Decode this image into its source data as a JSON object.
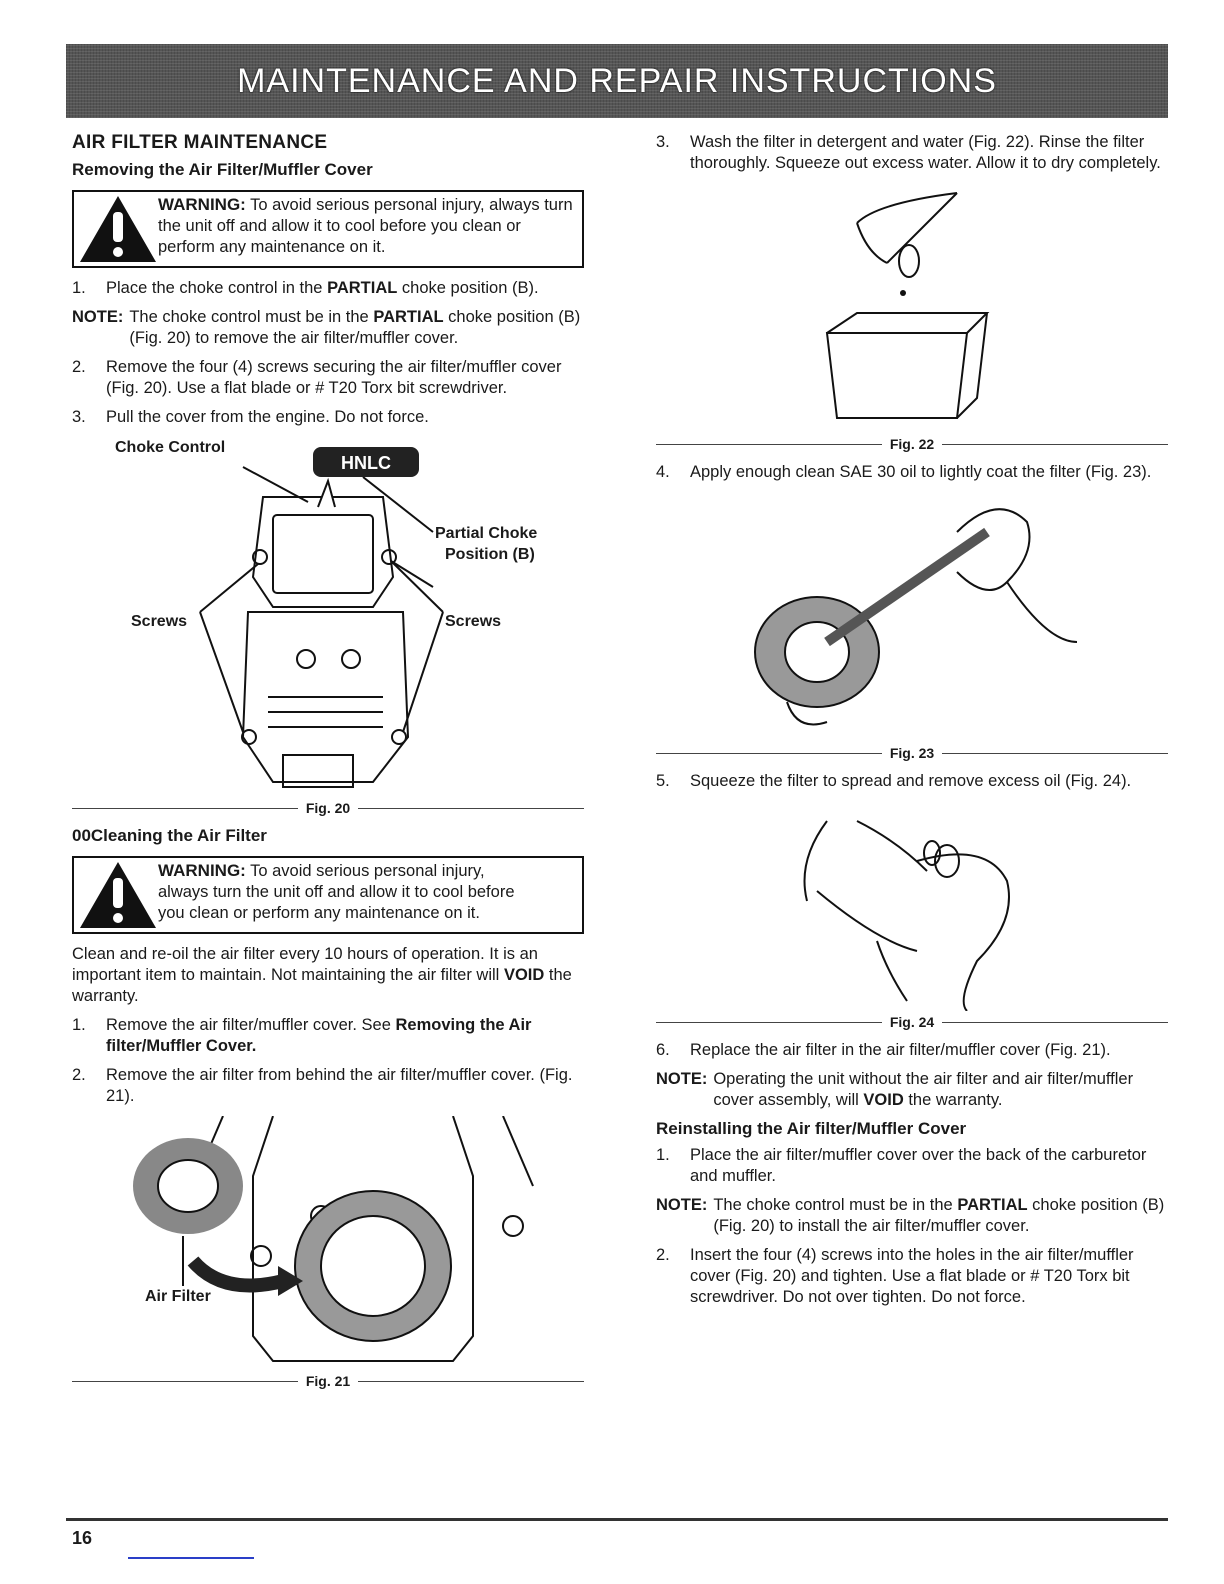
{
  "banner": "MAINTENANCE AND REPAIR INSTRUCTIONS",
  "left": {
    "heading": "AIR FILTER MAINTENANCE",
    "sub1": "Removing the Air Filter/Muffler Cover",
    "warn1": {
      "label": "WARNING:",
      "text": " To avoid serious personal injury, always turn the unit off and allow it to cool before you clean or perform any maintenance on it."
    },
    "step1_n": "1.",
    "step1_a": "Place the choke control in the ",
    "step1_b": "PARTIAL",
    "step1_c": " choke position (B).",
    "note1_label": "NOTE:",
    "note1_a": "The choke control must be in the ",
    "note1_b": "PARTIAL",
    "note1_c": " choke position (B) (Fig. 20) to remove the air filter/muffler cover.",
    "step2_n": "2.",
    "step2": "Remove the four (4) screws securing the air filter/muffler cover (Fig. 20). Use a flat blade or # T20 Torx bit screwdriver.",
    "step3_n": "3.",
    "step3": "Pull the cover from the engine. Do not force.",
    "fig20": {
      "choke": "Choke Control",
      "partial1": "Partial Choke",
      "partial2": "Position (B)",
      "screws_l": "Screws",
      "screws_r": "Screws",
      "caption": "Fig. 20",
      "hnlc": "HNLC"
    },
    "sub2": "00Cleaning the Air Filter",
    "warn2": {
      "label": "WARNING:",
      "text": " To avoid serious personal injury, always turn the unit off and allow it to cool before you clean or perform any maintenance on it."
    },
    "para_a": "Clean and re-oil the air filter every 10 hours of operation. It is an important item to maintain. Not maintaining the air filter will ",
    "para_b": "VOID",
    "para_c": " the warranty.",
    "c1_n": "1.",
    "c1_a": "Remove the air filter/muffler cover. See ",
    "c1_b": "Removing the Air filter/Muffler Cover.",
    "c2_n": "2.",
    "c2": "Remove the air filter from behind the air filter/muffler cover. (Fig. 21).",
    "fig21": {
      "air": "Air Filter",
      "caption": "Fig. 21"
    }
  },
  "right": {
    "s3_n": "3.",
    "s3": "Wash the filter in detergent and water (Fig. 22). Rinse the filter thoroughly. Squeeze out excess water. Allow it to dry completely.",
    "fig22": "Fig. 22",
    "s4_n": "4.",
    "s4": "Apply enough clean SAE 30 oil to lightly coat the filter (Fig. 23).",
    "fig23": "Fig. 23",
    "s5_n": "5.",
    "s5": "Squeeze the filter to spread and remove excess oil (Fig. 24).",
    "fig24": "Fig. 24",
    "s6_n": "6.",
    "s6": "Replace the air filter in the air filter/muffler cover (Fig. 21).",
    "note2_label": "NOTE:",
    "note2_a": "Operating the unit without the air filter and air filter/muffler cover assembly, will ",
    "note2_b": "VOID",
    "note2_c": " the warranty.",
    "sub3": "Reinstalling the Air filter/Muffler Cover",
    "r1_n": "1.",
    "r1": "Place the air filter/muffler cover over the back of the carburetor and muffler.",
    "note3_label": "NOTE:",
    "note3_a": "The choke control must be in the ",
    "note3_b": "PARTIAL",
    "note3_c": " choke position (B) (Fig. 20) to install the air filter/muffler cover.",
    "r2_n": "2.",
    "r2": "Insert the four (4) screws into the holes in the air filter/muffler cover (Fig. 20) and tighten. Use a flat blade or # T20 Torx bit screwdriver. Do not over tighten. Do not force."
  },
  "page_number": "16"
}
